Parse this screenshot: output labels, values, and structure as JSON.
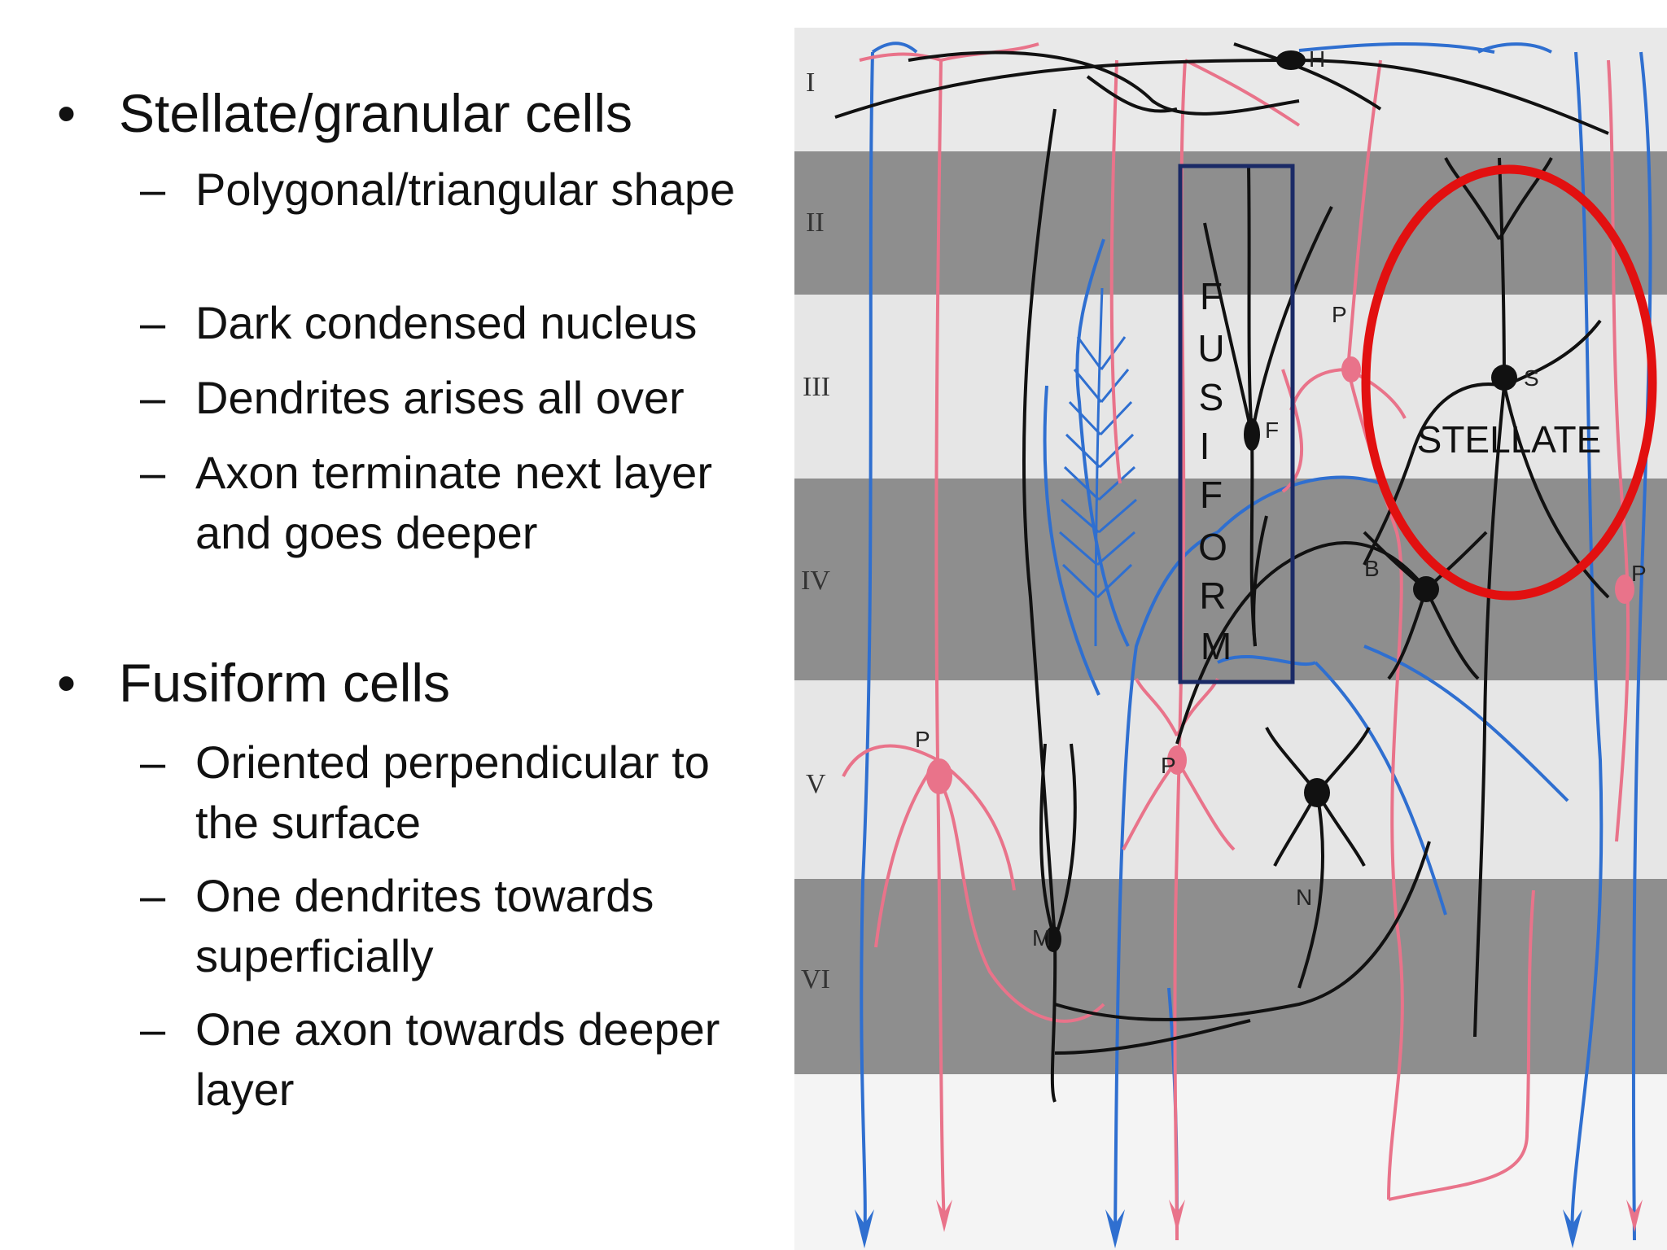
{
  "slide": {
    "bullets": [
      {
        "label": "Stellate/granular cells",
        "subitems": [
          "Polygonal/triangular shape",
          "Dark condensed nucleus",
          "Dendrites arises all over",
          "Axon terminate next layer and goes deeper"
        ]
      },
      {
        "label": "Fusiform cells",
        "subitems": [
          "Oriented perpendicular to the surface",
          "One dendrites towards superficially",
          "One axon towards deeper layer"
        ]
      }
    ],
    "bullet_glyph": "•",
    "sub_glyph": "–"
  },
  "figure": {
    "layer_labels": [
      "I",
      "II",
      "III",
      "IV",
      "V",
      "VI"
    ],
    "cell_labels": [
      "H",
      "P",
      "F",
      "S",
      "B",
      "P",
      "P",
      "N",
      "M",
      "P"
    ],
    "fusiform_letters": [
      "F",
      "U",
      "S",
      "I",
      "F",
      "O",
      "R",
      "M"
    ],
    "stellate_label": "STELLATE",
    "colors": {
      "dark_band": "#8e8e8e",
      "light_band": "#e6e6e6",
      "pink_neurons": "#e9738a",
      "blue_fibers": "#2f6fd0",
      "black_neurons": "#111111",
      "fusiform_box": "#1a2a66",
      "stellate_circle": "#e21010"
    }
  }
}
